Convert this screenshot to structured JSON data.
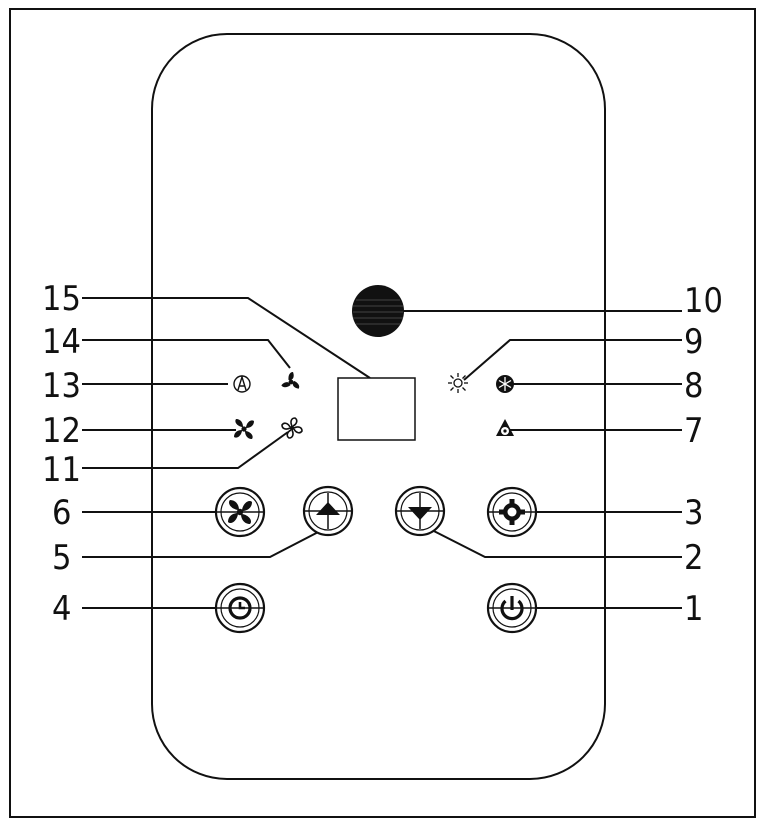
{
  "callouts": {
    "c1": "1",
    "c2": "2",
    "c3": "3",
    "c4": "4",
    "c5": "5",
    "c6": "6",
    "c7": "7",
    "c8": "8",
    "c9": "9",
    "c10": "10",
    "c11": "11",
    "c12": "12",
    "c13": "13",
    "c14": "14",
    "c15": "15"
  },
  "icons": {
    "c1": "power-icon",
    "c2": "down-arrow-icon",
    "c3": "mode-gear-icon",
    "c4": "timer-clock-icon",
    "c5": "up-arrow-icon",
    "c6": "fan-speed-icon",
    "c7": "dehumidify-icon",
    "c8": "cool-snowflake-icon",
    "c9": "heat-sun-icon",
    "c10": "receiver-dot-icon",
    "c11": "low-fan-icon",
    "c12": "high-fan-icon",
    "c13": "auto-icon",
    "c14": "medium-fan-icon",
    "c15": "display-screen"
  }
}
